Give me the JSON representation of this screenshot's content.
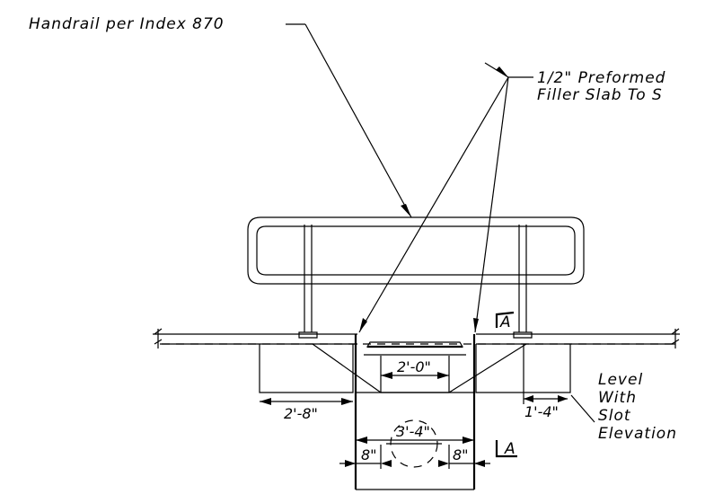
{
  "labels": {
    "handrail": "Handrail per Index 870",
    "filler_line1": "1/2\" Preformed",
    "filler_line2": "Filler Slab To S",
    "section_a_top": "A",
    "section_a_bottom": "A",
    "level_line1": "Level",
    "level_line2": "With",
    "level_line3": "Slot",
    "level_line4": "Elevation"
  },
  "dimensions": {
    "slot_width": "2'-0\"",
    "left_pad": "2'-8\"",
    "right_pad": "1'-4\"",
    "box_width": "3'-4\"",
    "left_wall": "8\"",
    "right_wall": "8\""
  }
}
